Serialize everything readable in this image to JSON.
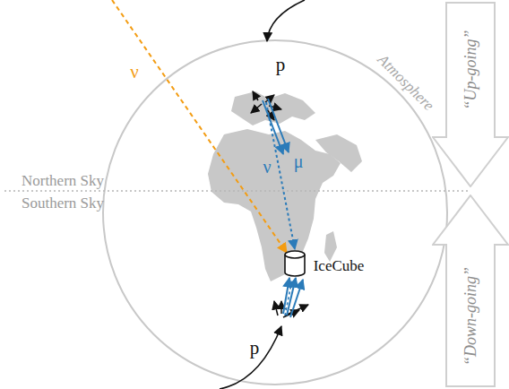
{
  "diagram": {
    "nodes": [
      {
        "text": [
          "“Up-going”"
        ]
      },
      {
        "text": [
          "“Down-going”"
        ]
      }
    ],
    "labels": [
      "p",
      "ν",
      "Atmosphere",
      "μ",
      "ν",
      "Northern Sky",
      "Southern Sky",
      "IceCube",
      "p"
    ]
  }
}
